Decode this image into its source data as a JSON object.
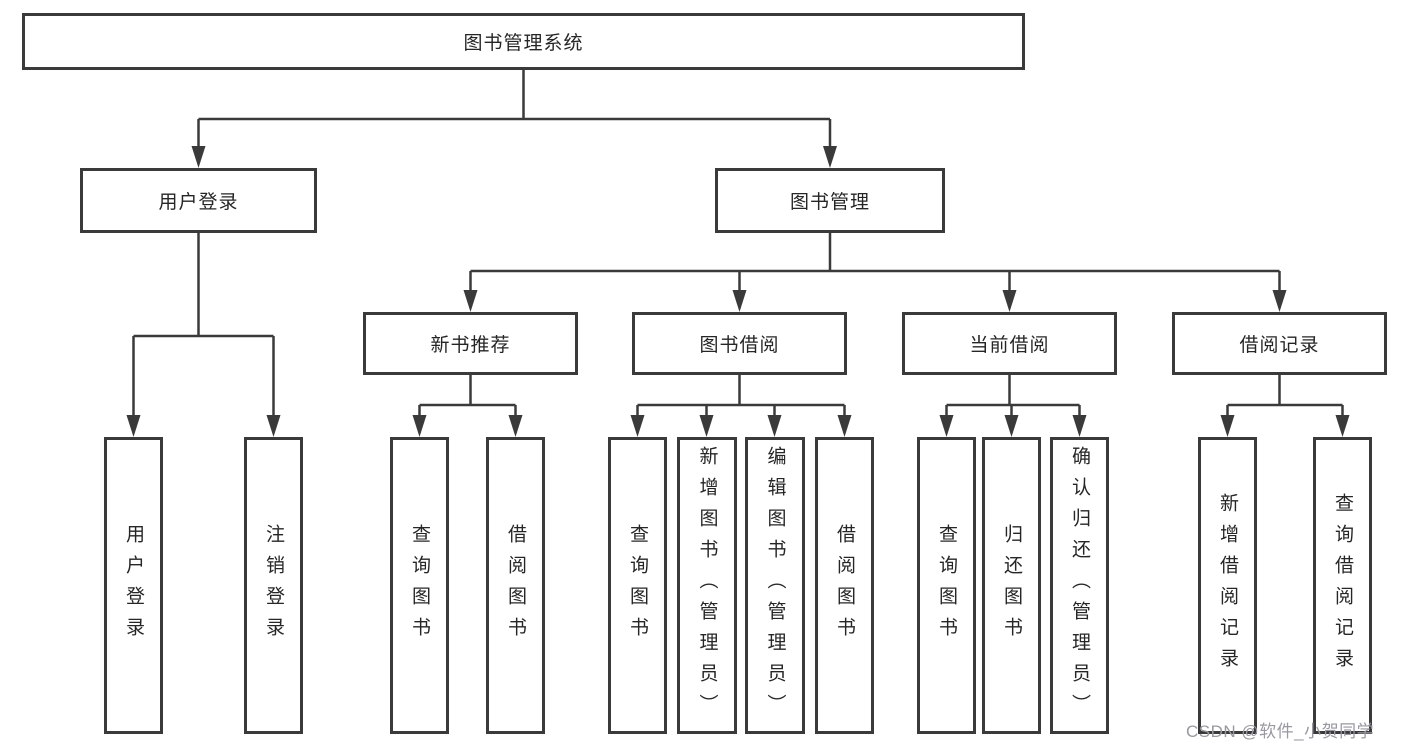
{
  "diagram": {
    "root": {
      "label": "图书管理系统"
    },
    "level2": [
      {
        "label": "用户登录",
        "children": [
          {
            "label": "用户登录"
          },
          {
            "label": "注销登录"
          }
        ]
      },
      {
        "label": "图书管理",
        "modules": [
          {
            "label": "新书推荐",
            "children": [
              {
                "label": "查询图书"
              },
              {
                "label": "借阅图书"
              }
            ]
          },
          {
            "label": "图书借阅",
            "children": [
              {
                "label": "查询图书"
              },
              {
                "label": "新增图书（管理员）"
              },
              {
                "label": "编辑图书（管理员）"
              },
              {
                "label": "借阅图书"
              }
            ]
          },
          {
            "label": "当前借阅",
            "children": [
              {
                "label": "查询图书"
              },
              {
                "label": "归还图书"
              },
              {
                "label": "确认归还（管理员）"
              }
            ]
          },
          {
            "label": "借阅记录",
            "children": [
              {
                "label": "新增借阅记录"
              },
              {
                "label": "查询借阅记录"
              }
            ]
          }
        ]
      }
    ]
  },
  "watermark": {
    "text": "CSDN @软件_小贺同学"
  },
  "colors": {
    "line": "#3a3a3a",
    "text": "#262626",
    "background": "#ffffff",
    "watermark": "#9899a1"
  }
}
